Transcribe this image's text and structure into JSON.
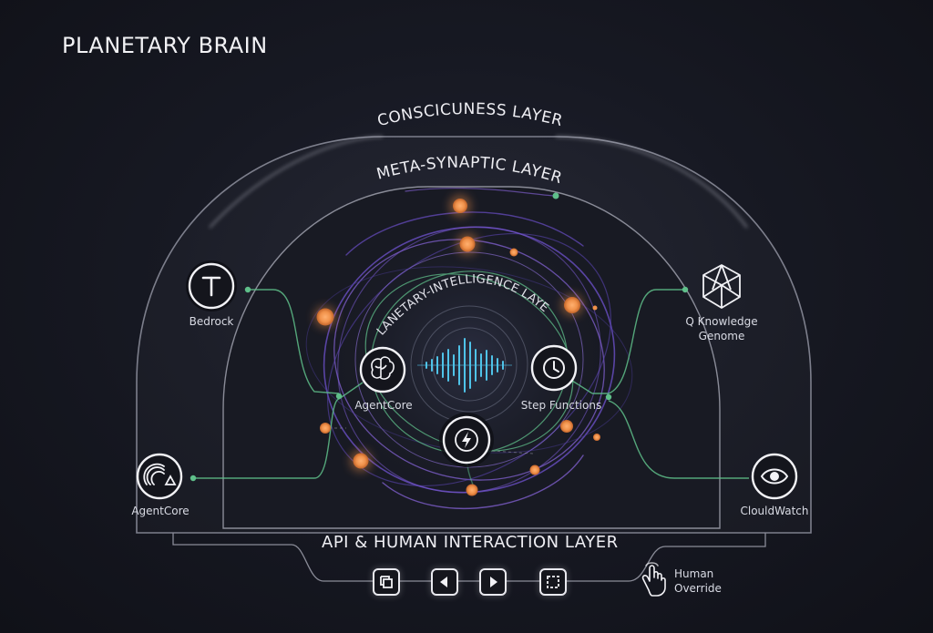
{
  "title": "PLANETARY BRAIN",
  "layers": {
    "consciousness": "CONSCICUNESS LAYER",
    "meta_synaptic": "META-SYNAPTIC LAYER",
    "planetary_intelligence": "PLANETARY-INTELLIGENCE LAYER",
    "api_human": "API & HUMAN INTERACTION LAYER"
  },
  "nodes": {
    "bedrock": {
      "label": "Bedrock",
      "icon": "letter-t-icon"
    },
    "agentcore_outer": {
      "label": "AgentCore",
      "icon": "signal-arc-icon"
    },
    "agentcore_inner": {
      "label": "AgentCore",
      "icon": "brain-icon"
    },
    "step_functions": {
      "label": "Step Functions",
      "icon": "clock-icon"
    },
    "lambda": {
      "label": "",
      "icon": "lightning-icon"
    },
    "q_knowledge": {
      "label": "Q Knowledge Genome",
      "label_line1": "Q Knowledge",
      "label_line2": "Genome",
      "icon": "polyhedron-icon"
    },
    "cloudwatch": {
      "label": "ClouldWatch",
      "icon": "eye-icon"
    }
  },
  "controls": [
    {
      "name": "fit-frame-button",
      "icon": "frame-corners-icon"
    },
    {
      "name": "previous-button",
      "icon": "triangle-left-icon"
    },
    {
      "name": "next-button",
      "icon": "triangle-right-icon"
    },
    {
      "name": "expand-button",
      "icon": "dashed-square-icon"
    }
  ],
  "human_override": {
    "line1": "Human",
    "line2": "Override",
    "icon": "hand-pointer-icon"
  },
  "colors": {
    "background": "#171923",
    "arch_stroke": "#8a8c98",
    "green_link": "#5fbf8a",
    "orange_node": "#f0914a",
    "purple_orbit": "#7b5bd6",
    "cyan_wave": "#4fc3e8"
  }
}
